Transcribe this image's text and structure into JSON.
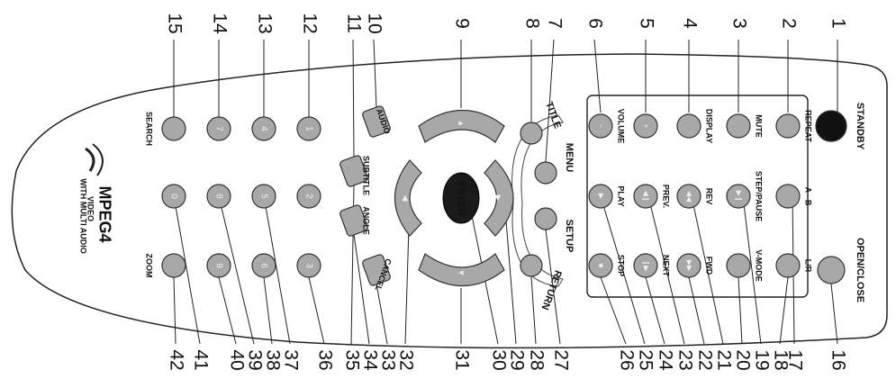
{
  "callouts_top": [
    "1",
    "2",
    "3",
    "4",
    "5",
    "6",
    "7",
    "8",
    "9",
    "10",
    "11",
    "12",
    "13",
    "14",
    "15"
  ],
  "callouts_bottom": [
    "16",
    "17",
    "18",
    "19",
    "20",
    "21",
    "22",
    "23",
    "24",
    "25",
    "26",
    "27",
    "28",
    "29",
    "30",
    "31",
    "32",
    "33",
    "34",
    "35",
    "36",
    "37",
    "38",
    "39",
    "40",
    "41",
    "42"
  ],
  "labels": {
    "standby": "STANDBY",
    "open_close": "OPEN/CLOSE",
    "repeat": "REPEAT",
    "mute": "MUTE",
    "display": "DISPLAY",
    "volume": "VOLUME",
    "title": "TITLE",
    "menu": "MENU",
    "setup": "SETUP",
    "return": "RETURN",
    "enter": "ENTER",
    "audio": "AUDIO",
    "subtitle": "SUBTITLE",
    "angle": "ANGLE",
    "cancel": "CANCEL",
    "search": "SEARCH",
    "zoom": "ZOOM",
    "ab": "A - B",
    "step_pause": "STEP/PAUSE",
    "rev": "REV",
    "prev": "PREV.",
    "play": "PLAY",
    "lr": "L/R",
    "v_mode": "V-MODE",
    "fwd": "FWD",
    "next": "NEXT",
    "stop": "STOP",
    "mpeg4": "MPEG4",
    "video": "VIDEO",
    "multi_audio": "WITH MULTI AUDIO"
  },
  "digits": [
    "1",
    "2",
    "3",
    "4",
    "5",
    "6",
    "7",
    "8",
    "9",
    "0"
  ],
  "colors": {
    "button": "#a8a8a8",
    "dark": "#111111",
    "line": "#222222",
    "enter": "#1a1a1a"
  }
}
